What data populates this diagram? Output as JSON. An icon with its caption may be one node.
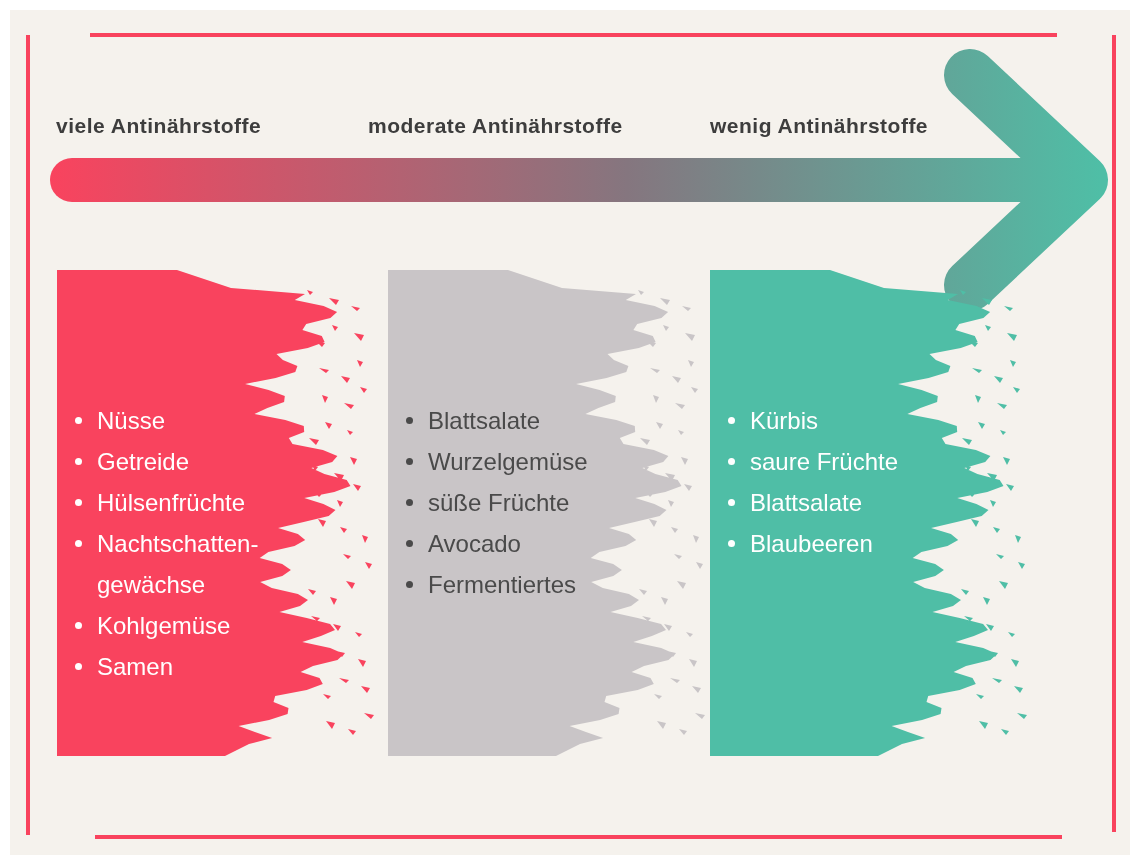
{
  "diagram": {
    "nodes": [
      {
        "text": [
          "Nüsse",
          "Getreide",
          "Hülsenfrüchte",
          "Nachtschatten-gewächse",
          "Kohlgemüse",
          "Samen"
        ]
      },
      {
        "text": [
          "Blattsalate",
          "Wurzelgemüse",
          "süße Früchte",
          "Avocado",
          "Fermentiertes"
        ]
      },
      {
        "text": [
          "Kürbis",
          "saure Früchte",
          "Blattsalate",
          "Blaubeeren"
        ]
      }
    ],
    "labels": [
      "viele Antinährstoffe",
      "moderate Antinährstoffe",
      "wenig Antinährstoffe"
    ]
  }
}
